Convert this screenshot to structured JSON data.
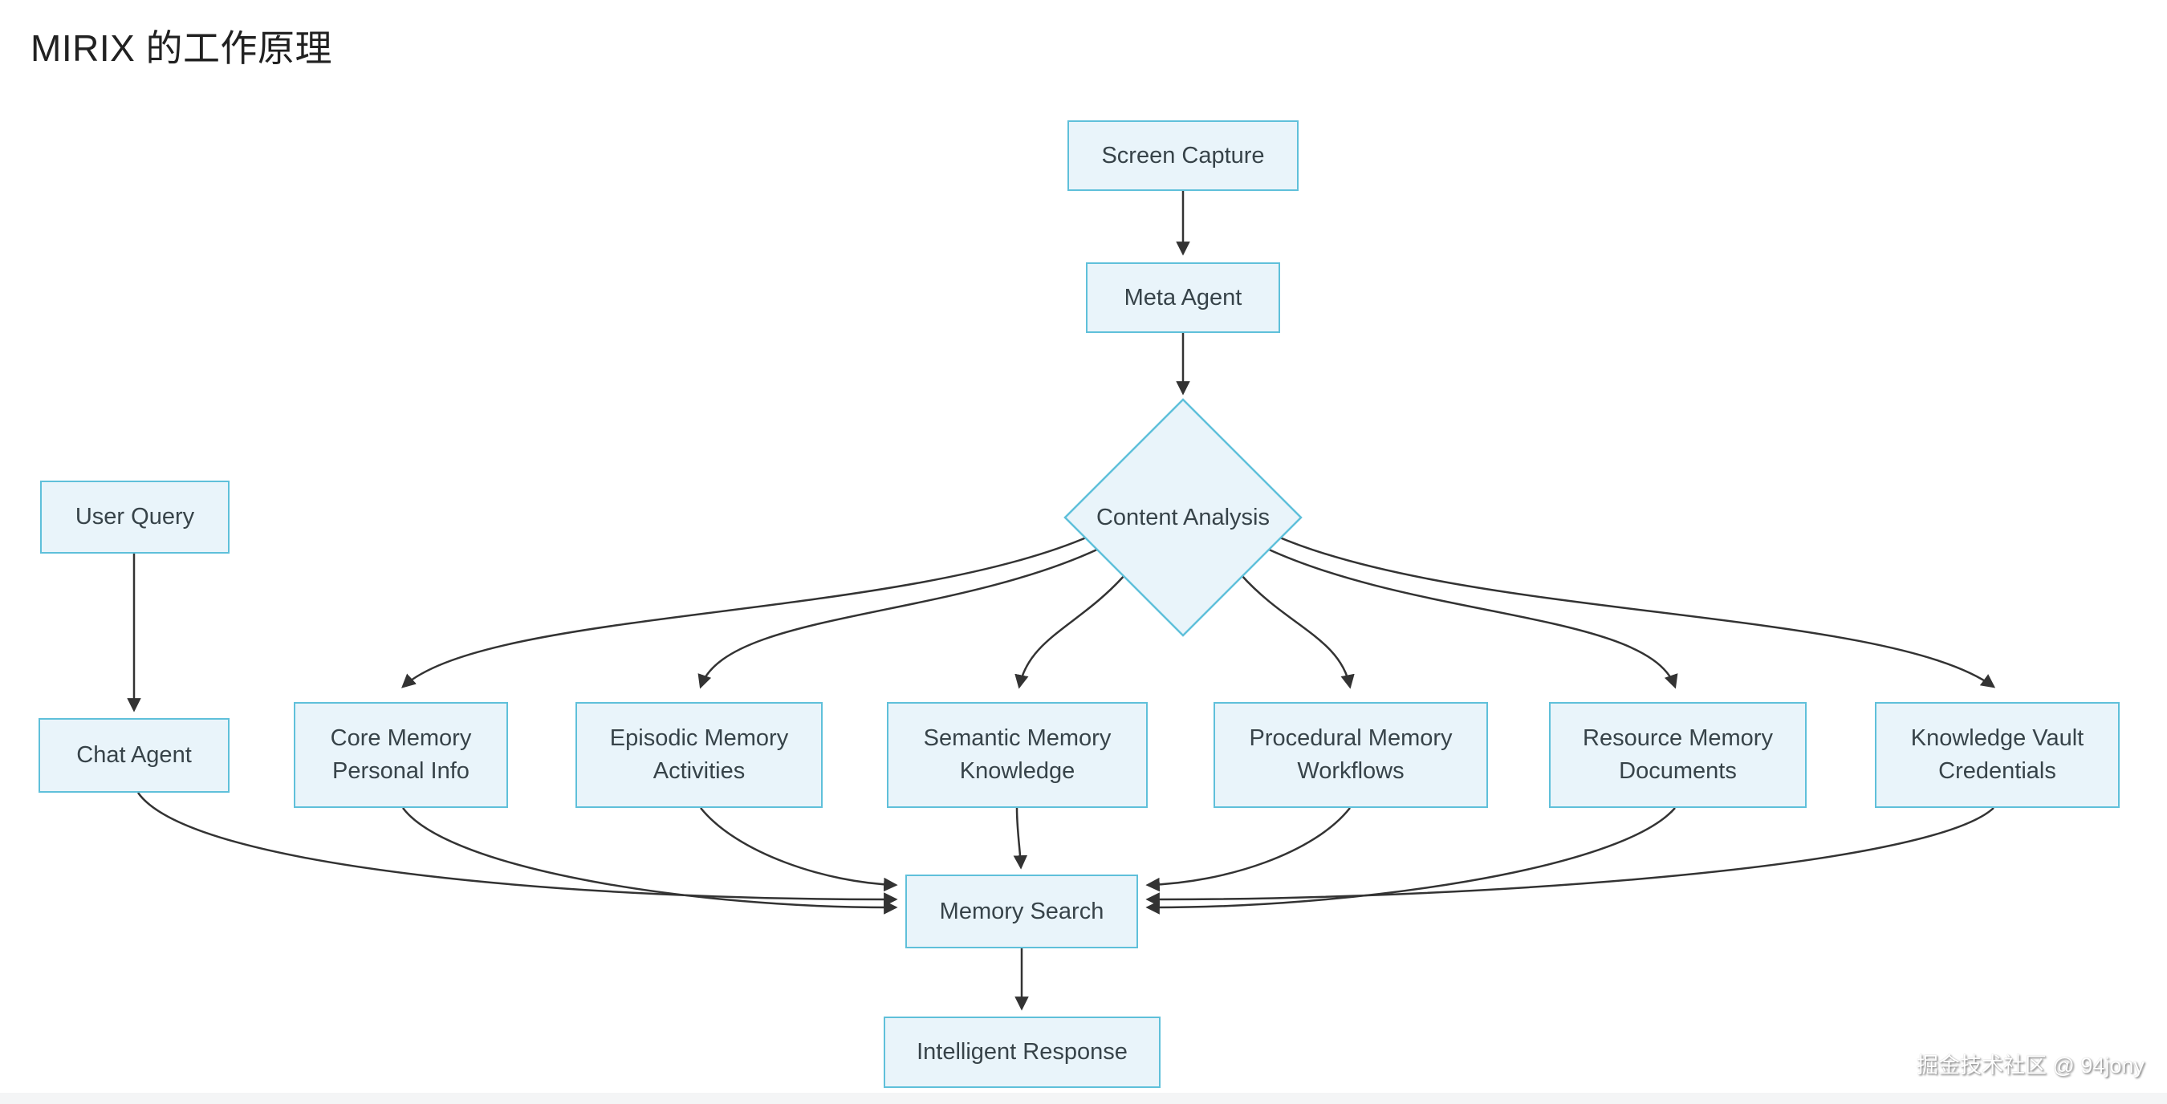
{
  "title": "MIRIX 的工作原理",
  "watermark": "掘金技术社区 @ 94jony",
  "colors": {
    "node_fill": "#e9f4fa",
    "node_border": "#5fc0da",
    "edge": "#333333",
    "node_text": "#374349",
    "title_text": "#212121",
    "background": "#ffffff"
  },
  "nodes": {
    "screen_capture": {
      "label": "Screen Capture"
    },
    "meta_agent": {
      "label": "Meta Agent"
    },
    "content_analysis": {
      "label": "Content Analysis"
    },
    "user_query": {
      "label": "User Query"
    },
    "chat_agent": {
      "label": "Chat Agent"
    },
    "core_memory": {
      "line1": "Core Memory",
      "line2": "Personal Info"
    },
    "episodic_memory": {
      "line1": "Episodic Memory",
      "line2": "Activities"
    },
    "semantic_memory": {
      "line1": "Semantic Memory",
      "line2": "Knowledge"
    },
    "procedural_memory": {
      "line1": "Procedural Memory",
      "line2": "Workflows"
    },
    "resource_memory": {
      "line1": "Resource Memory",
      "line2": "Documents"
    },
    "knowledge_vault": {
      "line1": "Knowledge Vault",
      "line2": "Credentials"
    },
    "memory_search": {
      "label": "Memory Search"
    },
    "intelligent_response": {
      "label": "Intelligent Response"
    }
  },
  "edges": [
    "Screen Capture -> Meta Agent",
    "Meta Agent -> Content Analysis",
    "User Query -> Chat Agent",
    "Content Analysis -> Core Memory",
    "Content Analysis -> Episodic Memory",
    "Content Analysis -> Semantic Memory",
    "Content Analysis -> Procedural Memory",
    "Content Analysis -> Resource Memory",
    "Content Analysis -> Knowledge Vault",
    "Chat Agent -> Memory Search",
    "Core Memory -> Memory Search",
    "Episodic Memory -> Memory Search",
    "Semantic Memory -> Memory Search",
    "Procedural Memory -> Memory Search",
    "Resource Memory -> Memory Search",
    "Knowledge Vault -> Memory Search",
    "Memory Search -> Intelligent Response"
  ]
}
